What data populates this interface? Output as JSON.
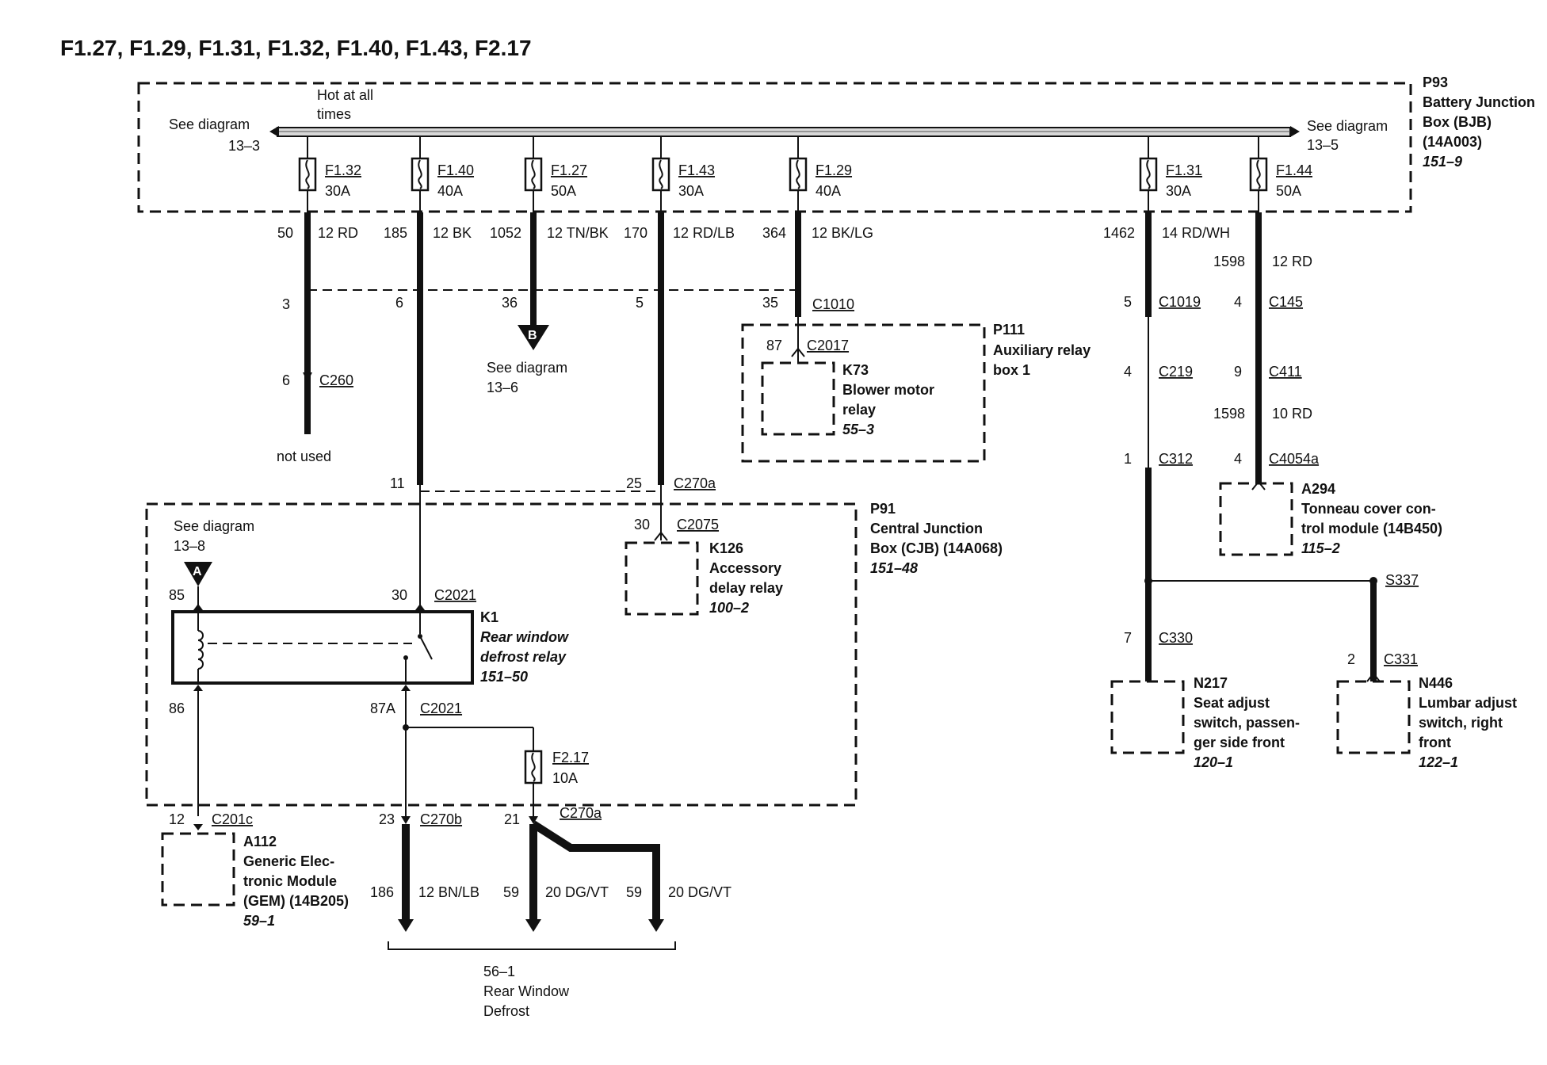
{
  "title": "F1.27, F1.29, F1.31, F1.32, F1.40, F1.43, F2.17",
  "bjb": {
    "id": "P93",
    "line1": "Battery Junction",
    "line2": "Box (BJB)",
    "line3": "(14A003)",
    "ref": "151–9",
    "hot_line1": "Hot at all",
    "hot_line2": "times",
    "left_see": "See diagram",
    "left_ref": "13–3",
    "right_see": "See diagram",
    "right_ref": "13–5"
  },
  "fuses": [
    {
      "name": "F1.32",
      "amp": "30A"
    },
    {
      "name": "F1.40",
      "amp": "40A"
    },
    {
      "name": "F1.27",
      "amp": "50A"
    },
    {
      "name": "F1.43",
      "amp": "30A"
    },
    {
      "name": "F1.29",
      "amp": "40A"
    },
    {
      "name": "F1.31",
      "amp": "30A"
    },
    {
      "name": "F1.44",
      "amp": "50A"
    }
  ],
  "wires": [
    {
      "circuit": "50",
      "spec": "12 RD"
    },
    {
      "circuit": "185",
      "spec": "12 BK"
    },
    {
      "circuit": "1052",
      "spec": "12 TN/BK"
    },
    {
      "circuit": "170",
      "spec": "12 RD/LB"
    },
    {
      "circuit": "364",
      "spec": "12 BK/LG"
    },
    {
      "circuit": "1462",
      "spec": "14 RD/WH"
    },
    {
      "circuit": "1598",
      "spec": "12 RD"
    }
  ],
  "pins": {
    "p3": "3",
    "p6": "6",
    "p36": "36",
    "p5": "5",
    "p35": "35",
    "c1010": "C1010",
    "c260_pin": "6",
    "c260": "C260",
    "not_used": "not used",
    "b_label": "B",
    "b_see": "See diagram",
    "b_ref": "13–6",
    "p11": "11",
    "p25": "25",
    "c270a": "C270a",
    "c1019_pin": "5",
    "c1019": "C1019",
    "c145_pin": "4",
    "c145": "C145",
    "c219_pin": "4",
    "c219": "C219",
    "c411_pin": "9",
    "c411": "C411",
    "w1598b": "1598",
    "w10rd": "10 RD",
    "c312_pin": "1",
    "c312": "C312",
    "c4054a_pin": "4",
    "c4054a": "C4054a",
    "s337": "S337",
    "c330_pin": "7",
    "c330": "C330",
    "c331_pin": "2",
    "c331": "C331"
  },
  "aux_box": {
    "id": "P111",
    "line1": "Auxiliary relay",
    "line2": "box 1",
    "pin": "87",
    "conn": "C2017",
    "relay_id": "K73",
    "relay_l1": "Blower motor",
    "relay_l2": "relay",
    "relay_ref": "55–3"
  },
  "a294": {
    "id": "A294",
    "line1": "Tonneau cover con-",
    "line2": "trol module (14B450)",
    "ref": "115–2"
  },
  "n217": {
    "id": "N217",
    "line1": "Seat adjust",
    "line2": "switch, passen-",
    "line3": "ger side front",
    "ref": "120–1"
  },
  "n446": {
    "id": "N446",
    "line1": "Lumbar adjust",
    "line2": "switch, right",
    "line3": "front",
    "ref": "122–1"
  },
  "cjb": {
    "id": "P91",
    "line1": "Central Junction",
    "line2": "Box (CJB) (14A068)",
    "ref": "151–48",
    "see": "See diagram",
    "see_ref": "13–8",
    "a_label": "A",
    "k126_pin": "30",
    "k126_conn": "C2075",
    "k126_id": "K126",
    "k126_l1": "Accessory",
    "k126_l2": "delay relay",
    "k126_ref": "100–2",
    "p85": "85",
    "p30": "30",
    "c2021_top": "C2021",
    "k1_id": "K1",
    "k1_l1": "Rear window",
    "k1_l2": "defrost relay",
    "k1_ref": "151–50",
    "p86": "86",
    "p87a": "87A",
    "c2021_bot": "C2021",
    "f217": "F2.17",
    "f217_amp": "10A"
  },
  "bottom": {
    "p12": "12",
    "c201c": "C201c",
    "gem_id": "A112",
    "gem_l1": "Generic Elec-",
    "gem_l2": "tronic Module",
    "gem_l3": "(GEM) (14B205)",
    "gem_ref": "59–1",
    "p23": "23",
    "c270b": "C270b",
    "p21": "21",
    "c270a": "C270a",
    "w186": "186",
    "w186_spec": "12 BN/LB",
    "w59a": "59",
    "w59a_spec": "20 DG/VT",
    "w59b": "59",
    "w59b_spec": "20 DG/VT",
    "dest_ref": "56–1",
    "dest_l1": "Rear Window",
    "dest_l2": "Defrost"
  }
}
